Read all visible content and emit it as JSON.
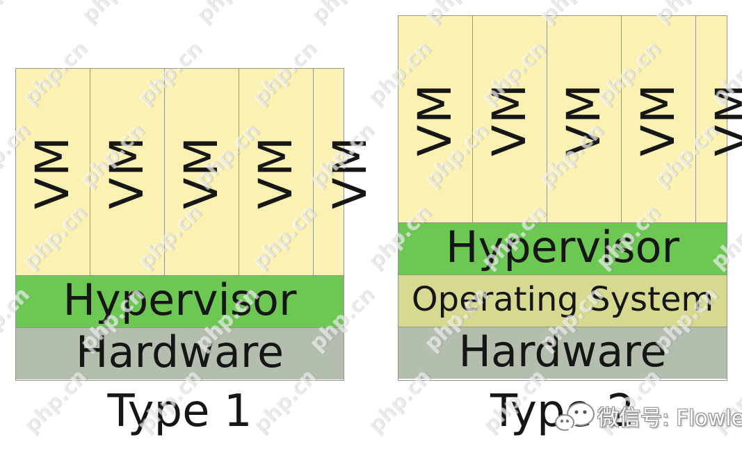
{
  "watermark": {
    "text": "php.cn"
  },
  "badge": {
    "icon": "wechat-icon",
    "label": "微信号: Flowlet"
  },
  "colors": {
    "vm_fill": "#FAF1B2",
    "hypervisor_green": "#6CC853",
    "os_khaki": "#D6D98F",
    "hardware_gray": "#B3BEAE",
    "border_gray": "#94948B",
    "text_black": "#161616"
  },
  "diagrams": [
    {
      "id": "type1",
      "caption": "Type 1",
      "vm_label": "VM",
      "vm_count": 5,
      "layers": [
        {
          "label": "Hypervisor",
          "color": "#6CC853"
        },
        {
          "label": "Hardware",
          "color": "#B3BEAE"
        }
      ]
    },
    {
      "id": "type2",
      "caption": "Type 2",
      "vm_label": "VM",
      "vm_count": 5,
      "layers": [
        {
          "label": "Hypervisor",
          "color": "#6CC853"
        },
        {
          "label": "Operating System",
          "color": "#D6D98F"
        },
        {
          "label": "Hardware",
          "color": "#B3BEAE"
        }
      ]
    }
  ]
}
